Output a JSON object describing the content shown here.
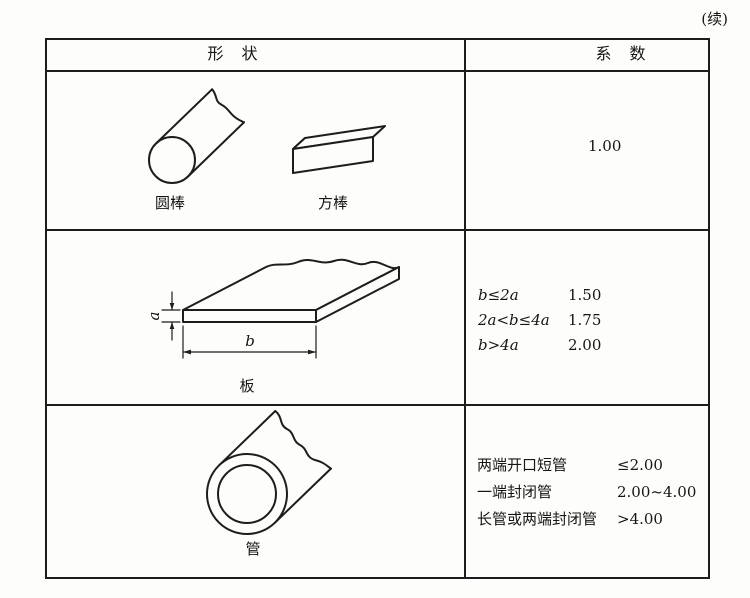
{
  "page": {
    "continued": "(续)"
  },
  "table": {
    "header": {
      "shape": "形　状",
      "coeff": "系　数"
    },
    "row1": {
      "round_bar_label": "圆棒",
      "square_bar_label": "方棒",
      "coefficient": "1.00"
    },
    "row2": {
      "plate_label": "板",
      "dim_a": "a",
      "dim_b": "b",
      "conditions": [
        {
          "cond": "b≤2a",
          "value": "1.50"
        },
        {
          "cond": "2a<b≤4a",
          "value": "1.75"
        },
        {
          "cond": "b>4a",
          "value": "2.00"
        }
      ]
    },
    "row3": {
      "tube_label": "管",
      "conditions": [
        {
          "cond": "两端开口短管",
          "value": "≤2.00"
        },
        {
          "cond": "一端封闭管",
          "value": "2.00~4.00"
        },
        {
          "cond": "长管或两端封闭管",
          "value": ">4.00"
        }
      ]
    }
  }
}
